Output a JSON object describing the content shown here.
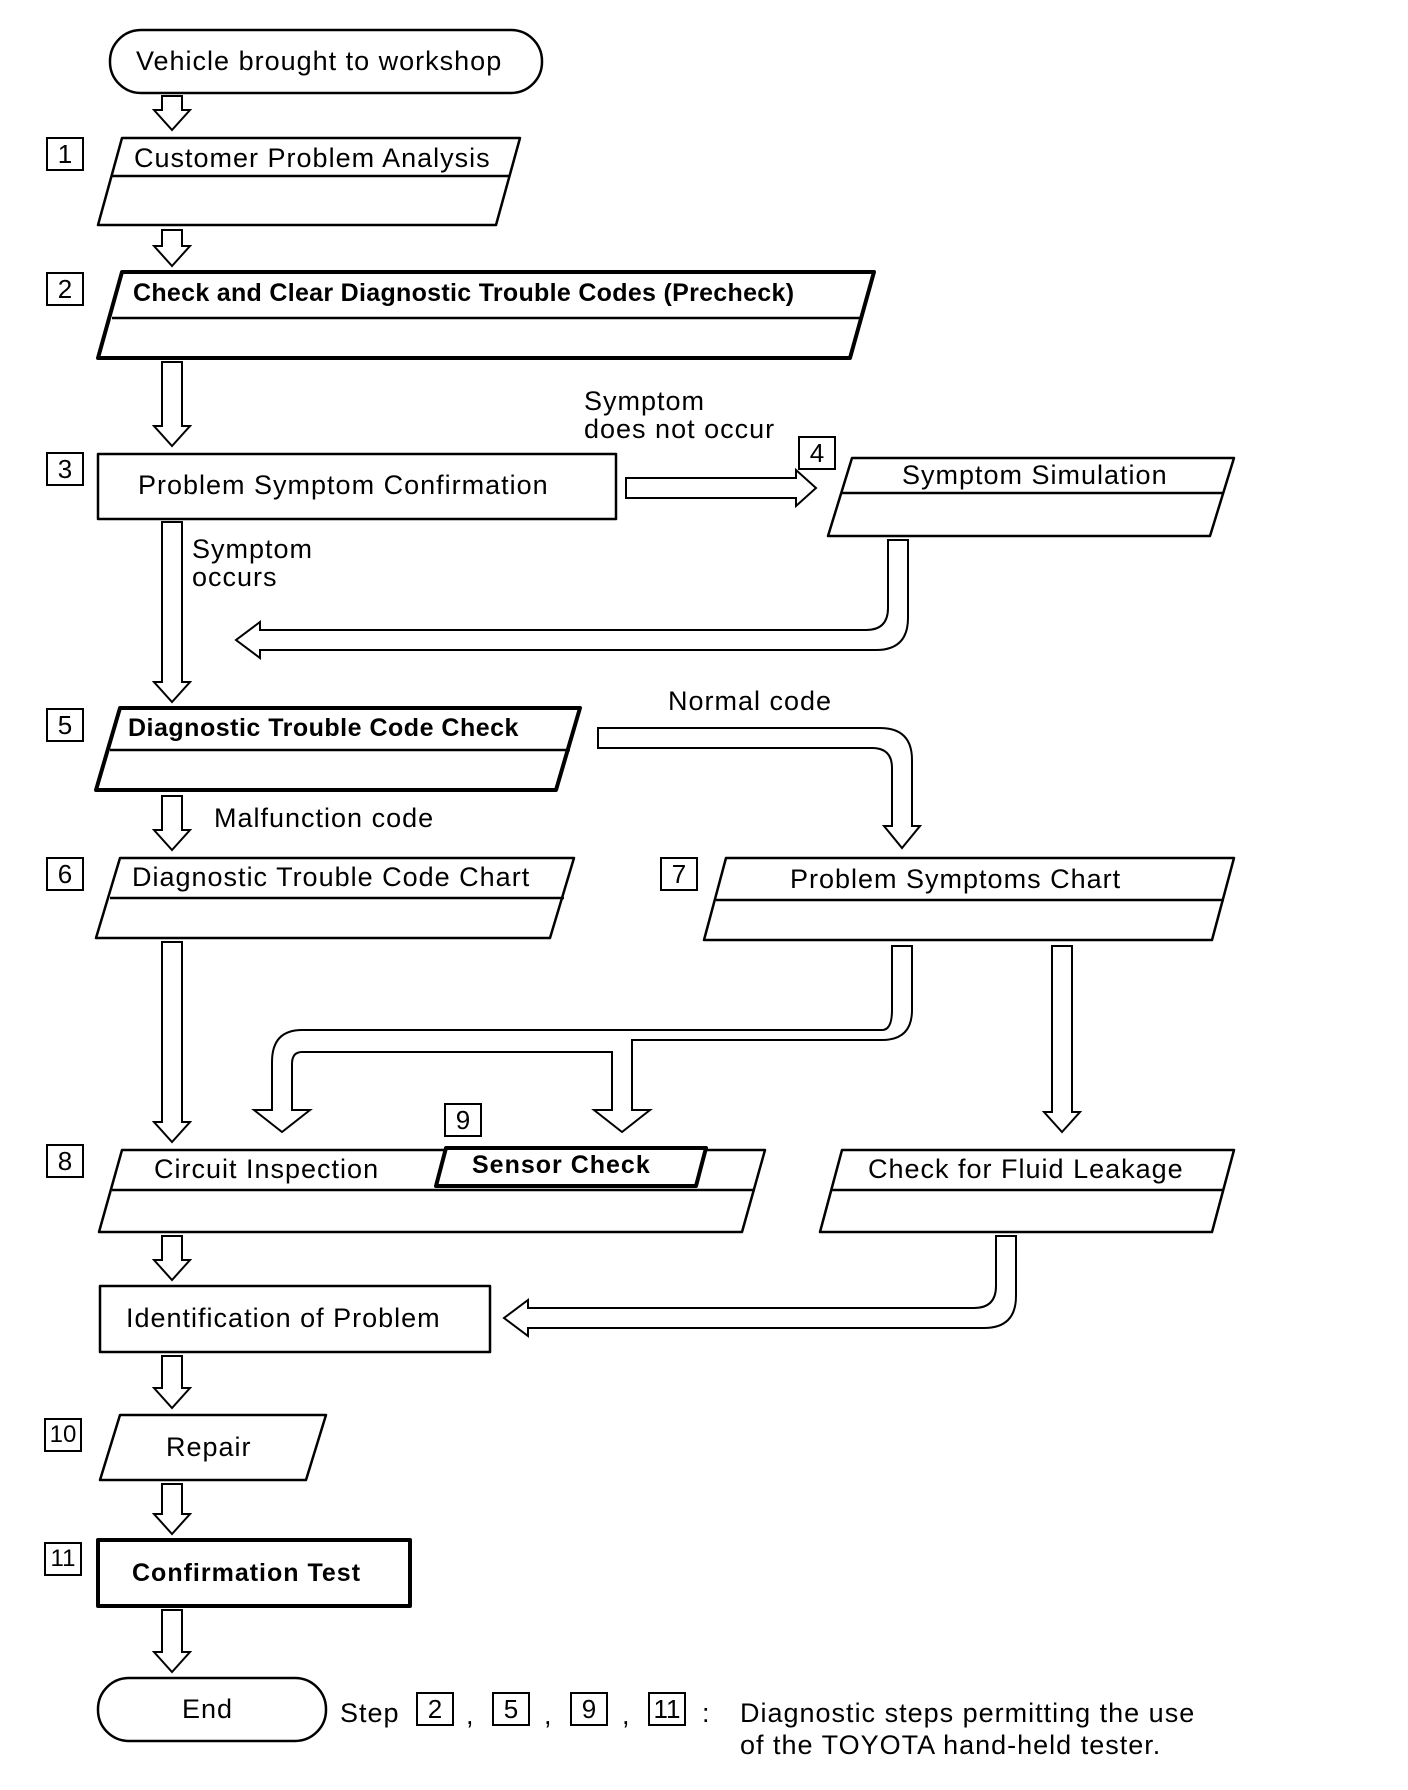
{
  "start_label": "Vehicle brought to workshop",
  "steps": {
    "s1": {
      "number": "1",
      "label": "Customer Problem Analysis"
    },
    "s2": {
      "number": "2",
      "label": "Check and Clear Diagnostic Trouble Codes (Precheck)"
    },
    "s3": {
      "number": "3",
      "label": "Problem Symptom Confirmation"
    },
    "s4": {
      "number": "4",
      "label": "Symptom Simulation"
    },
    "s5": {
      "number": "5",
      "label": "Diagnostic Trouble Code Check"
    },
    "s6": {
      "number": "6",
      "label": "Diagnostic Trouble Code Chart"
    },
    "s7": {
      "number": "7",
      "label": "Problem Symptoms Chart"
    },
    "s8": {
      "number": "8",
      "label": "Circuit Inspection"
    },
    "s9": {
      "number": "9",
      "label": "Sensor Check"
    },
    "fluid": {
      "label": "Check for Fluid Leakage"
    },
    "ident": {
      "label": "Identification of Problem"
    },
    "s10": {
      "number": "10",
      "label": "Repair"
    },
    "s11": {
      "number": "11",
      "label": "Confirmation Test"
    }
  },
  "end_label": "End",
  "branch_labels": {
    "no_symptom_line1": "Symptom",
    "no_symptom_line2": "does not occur",
    "symptom_line1": "Symptom",
    "symptom_line2": "occurs",
    "normal_code": "Normal code",
    "malfunction_code": "Malfunction code"
  },
  "legend": {
    "step_word": "Step",
    "numbers": [
      "2",
      "5",
      "9",
      "11"
    ],
    "separator": ",",
    "colon": ":",
    "line1": "Diagnostic steps permitting the use",
    "line2": "of the TOYOTA hand-held tester."
  }
}
